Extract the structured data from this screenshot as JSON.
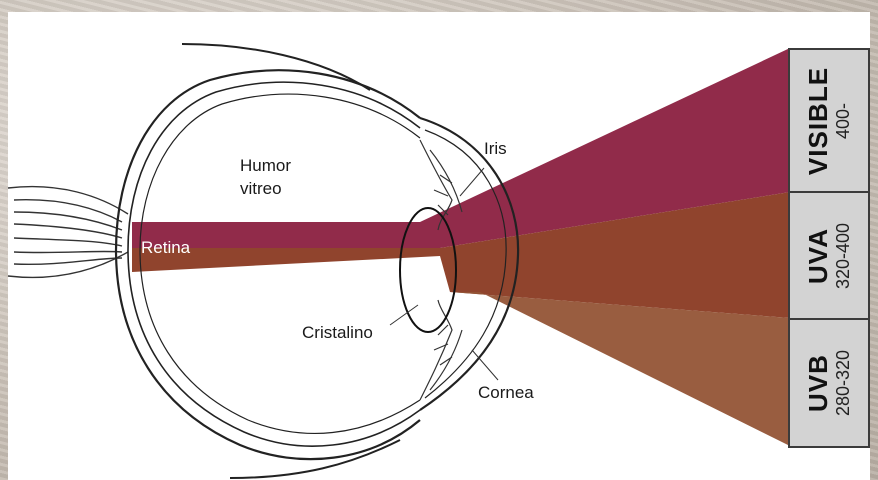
{
  "labels": {
    "humor_line1": "Humor",
    "humor_line2": "vitreo",
    "iris": "Iris",
    "retina": "Retina",
    "cristalino": "Cristalino",
    "cornea": "Cornea"
  },
  "bands": [
    {
      "name": "VISIBLE",
      "range": "400-",
      "color": "#8b2040"
    },
    {
      "name": "UVA",
      "range": "320-400",
      "color": "#8a3a22"
    },
    {
      "name": "UVB",
      "range": "280-320",
      "color": "#935436"
    }
  ]
}
